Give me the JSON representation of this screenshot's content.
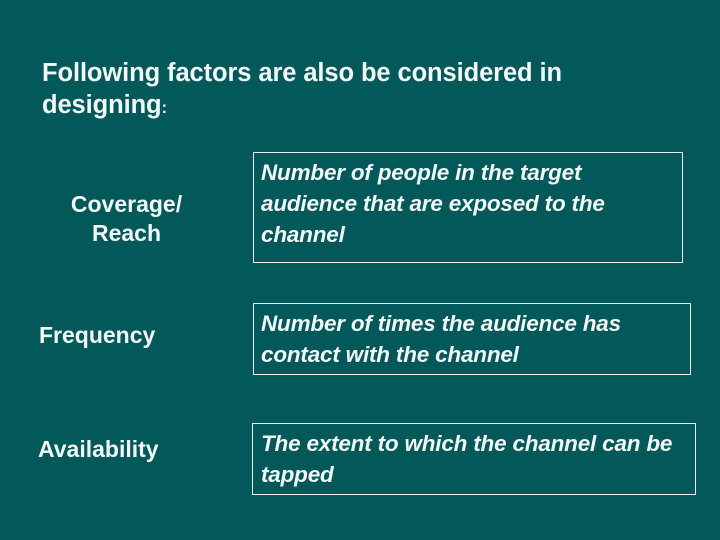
{
  "slide": {
    "background_color": "#03585a",
    "text_color": "#f2f7f7",
    "border_color": "#e9f2f1",
    "title_main": "Following factors are also be considered in designing",
    "title_colon": ":"
  },
  "factors": [
    {
      "label": "Coverage/\nReach",
      "description": "Number of people in the target audience that are exposed to the channel"
    },
    {
      "label": "Frequency",
      "description": "Number of times the audience has contact with the channel"
    },
    {
      "label": "Availability",
      "description": "The extent to which the channel can be tapped"
    }
  ]
}
